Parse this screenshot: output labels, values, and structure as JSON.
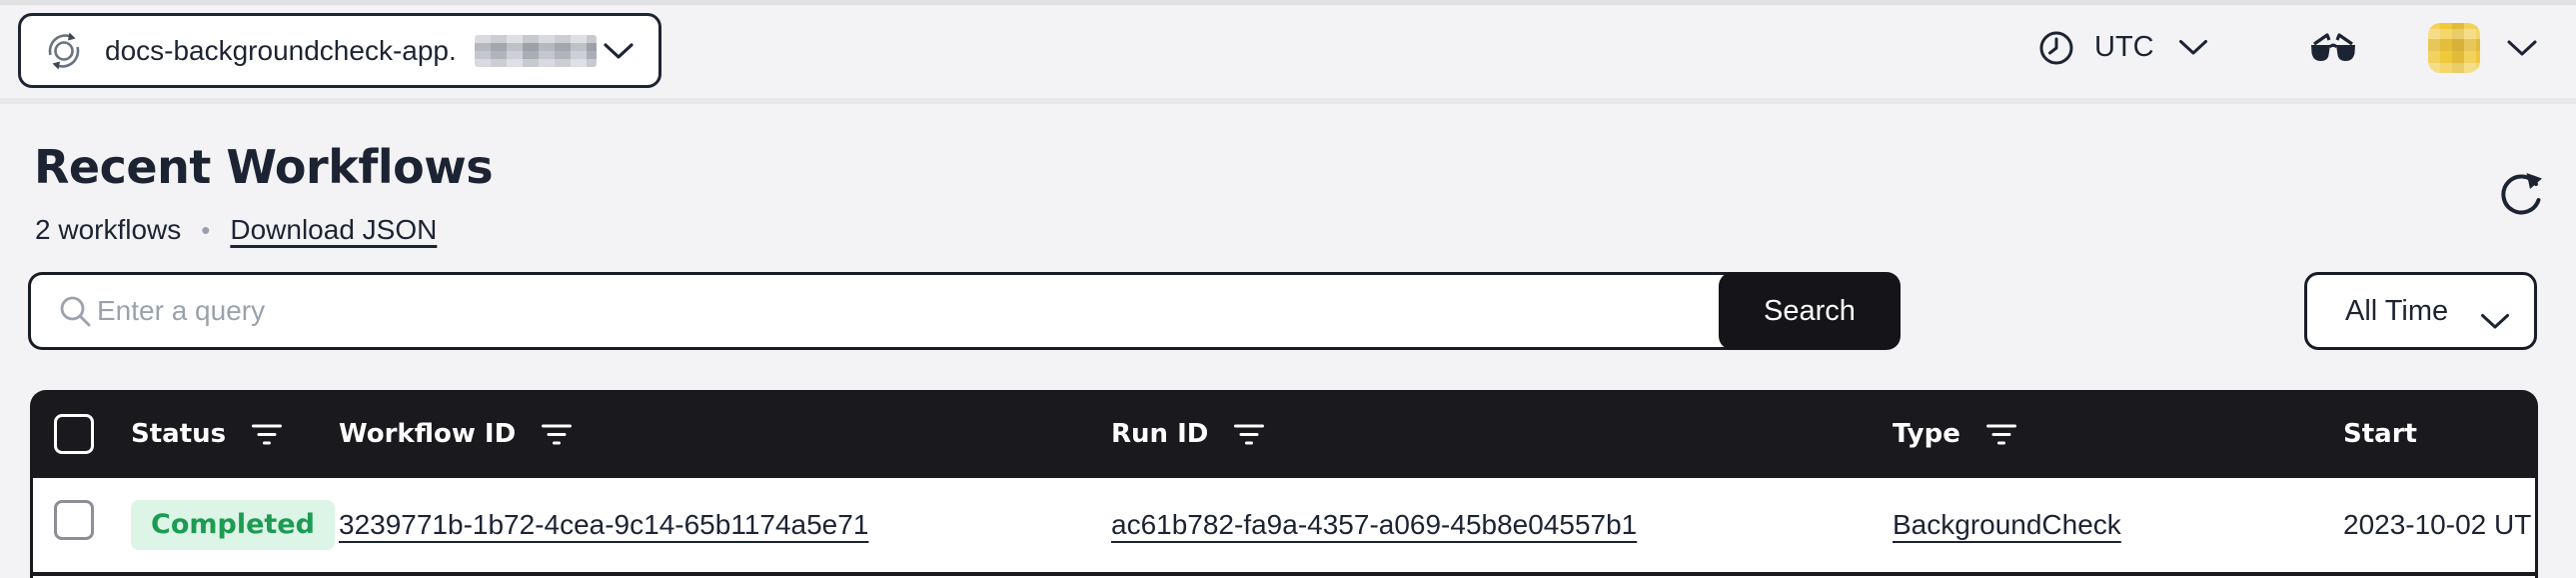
{
  "topbar": {
    "namespace": {
      "label": "docs-backgroundcheck-app.",
      "suffix_redacted": true
    },
    "timezone": {
      "label": "UTC"
    },
    "icons": [
      "namespace-icon",
      "chevron-down-icon",
      "clock-icon",
      "glasses-icon",
      "avatar"
    ]
  },
  "heading": {
    "title": "Recent Workflows",
    "count": "2 workflows",
    "separator": "•",
    "download_label": "Download JSON"
  },
  "search": {
    "placeholder": "Enter a query",
    "button_label": "Search",
    "icon": "search-icon"
  },
  "time_filter": {
    "selected": "All Time"
  },
  "table": {
    "columns": [
      {
        "label": "Status",
        "filter": true
      },
      {
        "label": "Workflow ID",
        "filter": true
      },
      {
        "label": "Run ID",
        "filter": true
      },
      {
        "label": "Type",
        "filter": true
      },
      {
        "label": "Start",
        "filter": false
      }
    ],
    "rows": [
      {
        "status": "Completed",
        "workflow_id": "3239771b-1b72-4cea-9c14-65b1174a5e71",
        "run_id": "ac61b782-fa9a-4357-a069-45b8e04557b1",
        "type": "BackgroundCheck",
        "start": "2023-10-02 UT"
      }
    ]
  },
  "colors": {
    "accent_dark": "#1c2433",
    "table_bg": "#1a1a1e",
    "status_completed_text": "#1d9b53",
    "status_completed_bg": "#dcf5e6",
    "avatar_yellow": "#f0c83c",
    "page_bg": "#f3f3f5"
  }
}
